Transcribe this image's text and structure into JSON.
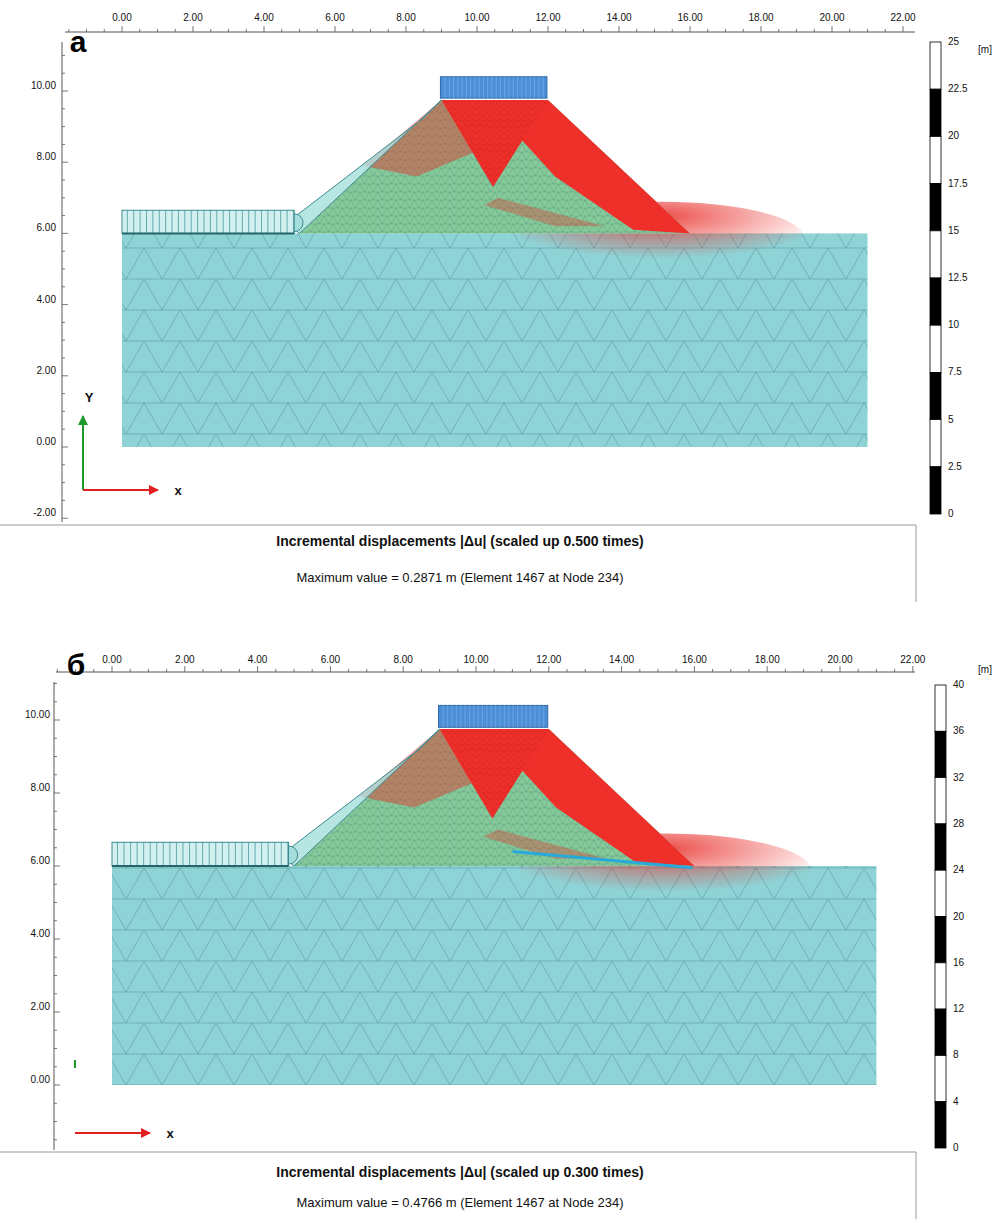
{
  "diagram": {
    "labels": [
      "а",
      "0.00",
      "2.00",
      "4.00",
      "6.00",
      "8.00",
      "10.00",
      "12.00",
      "14.00",
      "16.00",
      "18.00",
      "20.00",
      "22.00",
      "[m]",
      "10.00",
      "8.00",
      "6.00",
      "4.00",
      "2.00",
      "0.00",
      "-2.00",
      "25",
      "22.5",
      "20",
      "17.5",
      "15",
      "12.5",
      "10",
      "7.5",
      "5",
      "2.5",
      "0",
      "Y",
      "x",
      "Incremental displacements |Δu| (scaled up 0.500 times)",
      "Maximum value = 0.2871 m (Element 1467 at Node 234)",
      "б",
      "0.00",
      "2.00",
      "4.00",
      "6.00",
      "8.00",
      "10.00",
      "12.00",
      "14.00",
      "16.00",
      "18.00",
      "20.00",
      "22.00",
      "[m]",
      "10.00",
      "8.00",
      "6.00",
      "4.00",
      "2.00",
      "0.00",
      "40",
      "36",
      "32",
      "28",
      "24",
      "20",
      "16",
      "12",
      "8",
      "4",
      "0",
      "x",
      "Incremental displacements |Δu| (scaled up 0.300 times)",
      "Maximum value = 0.4766 m (Element 1467 at Node 234)"
    ]
  }
}
